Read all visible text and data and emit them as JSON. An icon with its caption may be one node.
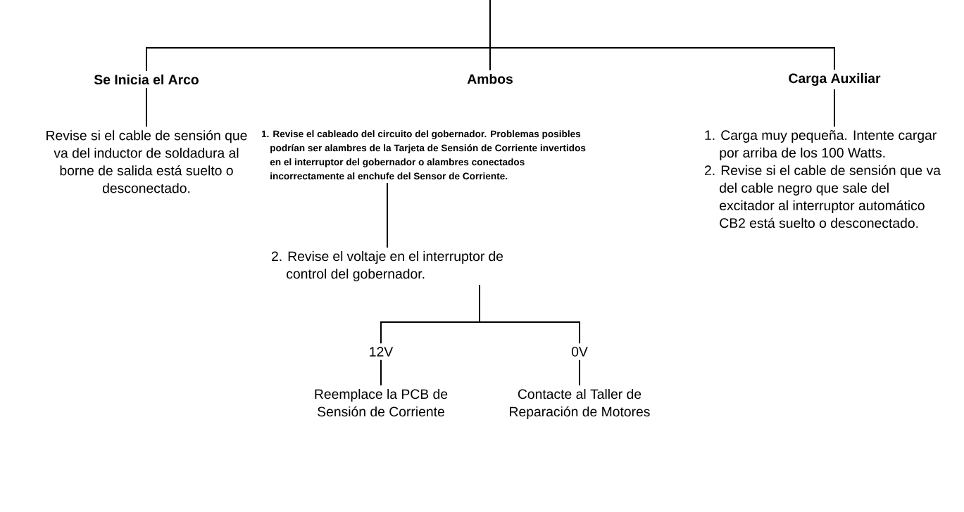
{
  "diagram": {
    "nodes": [
      {
        "text": [
          "Se Inicia el Arco"
        ]
      },
      {
        "text": [
          "Ambos",
          "1. Revise el cableado del circuito del gobernador. Problemas posibles podrían ser alambres de la Tarjeta de Sensión de Corriente invertidos en el interruptor del gobernador o alambres conectados incorrectamente al enchufe del Sensor de Corriente."
        ]
      },
      {
        "text": [
          "Carga Auxiliar"
        ]
      },
      {
        "text": [
          "Revise si el cable de sensión que va del inductor de soldadura al borne de salida está suelto o desconectado."
        ]
      },
      {
        "text": [
          "2. Revise el voltaje en el interruptor de control del gobernador."
        ]
      },
      {
        "text": [
          "1. Carga muy pequeña. Intente cargar por arriba de los 100 Watts.",
          "2. Revise si el cable de sensión que va del cable negro que sale del excitador al interruptor automático CB2 está suelto o desconectado."
        ]
      },
      {
        "text": [
          "12V"
        ]
      },
      {
        "text": [
          "0V"
        ]
      },
      {
        "text": [
          "Reemplace la PCB de Sensión de Corriente"
        ]
      },
      {
        "text": [
          "Contacte al Taller de Reparación de Motores"
        ]
      }
    ],
    "edges": [
      {
        "from": null,
        "to": 0,
        "arrow": "none"
      },
      {
        "from": null,
        "to": 1,
        "arrow": "none"
      },
      {
        "from": null,
        "to": 2,
        "arrow": "none"
      },
      {
        "from": 0,
        "to": 3,
        "arrow": "none"
      },
      {
        "from": 1,
        "to": 4,
        "arrow": "none"
      },
      {
        "from": 2,
        "to": 5,
        "arrow": "none"
      },
      {
        "from": 4,
        "to": 6,
        "arrow": "none"
      },
      {
        "from": 4,
        "to": 7,
        "arrow": "none"
      },
      {
        "from": 6,
        "to": 8,
        "arrow": "none"
      },
      {
        "from": 7,
        "to": 9,
        "arrow": "none"
      }
    ]
  }
}
